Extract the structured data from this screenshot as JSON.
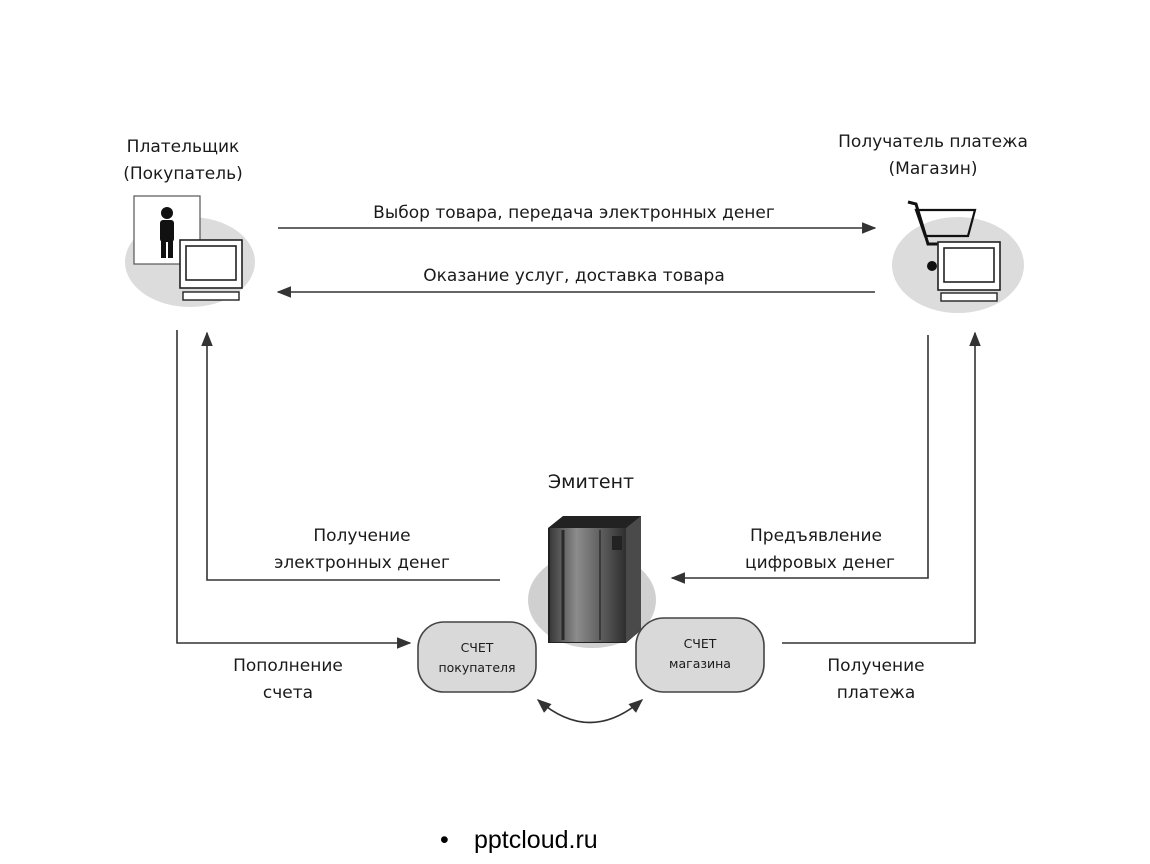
{
  "payer": {
    "title_line1": "Плательщик",
    "title_line2": "(Покупатель)"
  },
  "recipient": {
    "title_line1": "Получатель платежа",
    "title_line2": "(Магазин)"
  },
  "issuer": {
    "title": "Эмитент"
  },
  "arrows": {
    "to_recipient": "Выбор товара, передача электронных денег",
    "to_payer": "Оказание услуг, доставка товара",
    "receive_money_line1": "Получение",
    "receive_money_line2": "электронных денег",
    "present_line1": "Предъявление",
    "present_line2": "цифровых денег",
    "topup_line1": "Пополнение",
    "topup_line2": "счета",
    "payment_line1": "Получение",
    "payment_line2": "платежа"
  },
  "accounts": {
    "buyer_line1": "СЧЕТ",
    "buyer_line2": "покупателя",
    "shop_line1": "СЧЕТ",
    "shop_line2": "магазина"
  },
  "footer": {
    "bullet": "•",
    "text": "pptcloud.ru"
  }
}
